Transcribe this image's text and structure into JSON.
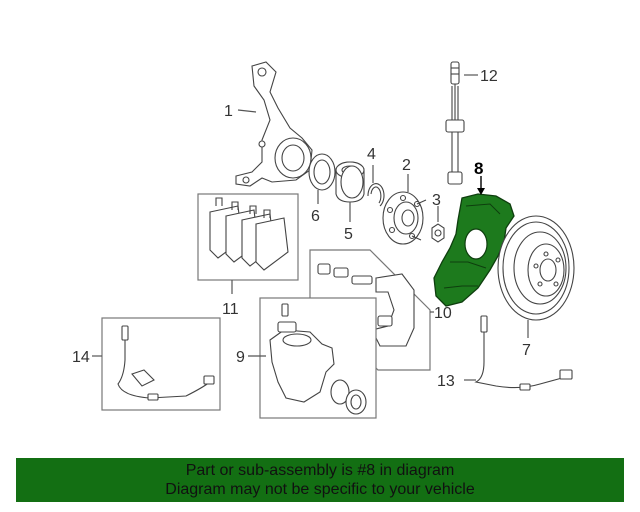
{
  "callouts": {
    "c1": "1",
    "c2": "2",
    "c3": "3",
    "c4": "4",
    "c5": "5",
    "c6": "6",
    "c7": "7",
    "c8": "8",
    "c9": "9",
    "c10": "10",
    "c11": "11",
    "c12": "12",
    "c13": "13",
    "c14": "14"
  },
  "highlight": {
    "part": "8",
    "color": "#1d7a1d"
  },
  "banner": {
    "line1": "Part or sub-assembly is #8 in diagram",
    "line2": "Diagram may not be specific to your vehicle",
    "color": "#136f13"
  }
}
